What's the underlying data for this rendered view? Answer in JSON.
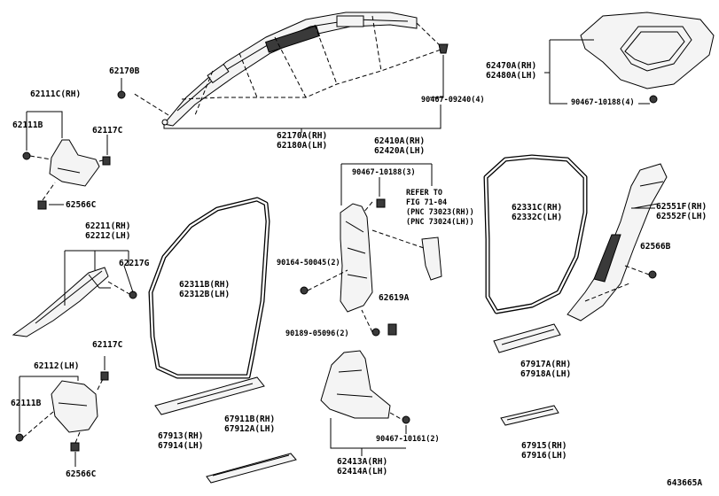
{
  "labels": {
    "p62170B": "62170B",
    "p90467_09240": "90467-09240(4)",
    "p62170A": "62170A(RH)",
    "p62180A": "62180A(LH)",
    "p62470A": "62470A(RH)",
    "p62480A": "62480A(LH)",
    "p90467_10188_4": "90467-10188(4)",
    "p62111C": "62111C(RH)",
    "p62111B_top": "62111B",
    "p62117C_top": "62117C",
    "p62566C_top": "62566C",
    "p62410A": "62410A(RH)",
    "p62420A": "62420A(LH)",
    "p90467_10188_3": "90467-10188(3)",
    "refer1": "REFER TO",
    "refer2": "FIG 71-04",
    "refer3": "(PNC 73023(RH))",
    "refer4": "(PNC 73024(LH))",
    "p62331C": "62331C(RH)",
    "p62332C": "62332C(LH)",
    "p62551F": "62551F(RH)",
    "p62552F": "62552F(LH)",
    "p62211": "62211(RH)",
    "p62212": "62212(LH)",
    "p62217G": "62217G",
    "p62566B": "62566B",
    "p62311B": "62311B(RH)",
    "p62312B": "62312B(LH)",
    "p90164": "90164-50045(2)",
    "p62619A": "62619A",
    "p90189": "90189-05096(2)",
    "p62117C_bot": "62117C",
    "p62112": "62112(LH)",
    "p62111B_bot": "62111B",
    "p67917A": "67917A(RH)",
    "p67918A": "67918A(LH)",
    "p67913": "67913(RH)",
    "p67914": "67914(LH)",
    "p67911B": "67911B(RH)",
    "p67912A": "67912A(LH)",
    "p90467_10161": "90467-10161(2)",
    "p62413A": "62413A(RH)",
    "p62414A": "62414A(LH)",
    "p67915": "67915(RH)",
    "p67916": "67916(LH)",
    "p62566C_bot": "62566C",
    "figure_id": "643665A"
  }
}
